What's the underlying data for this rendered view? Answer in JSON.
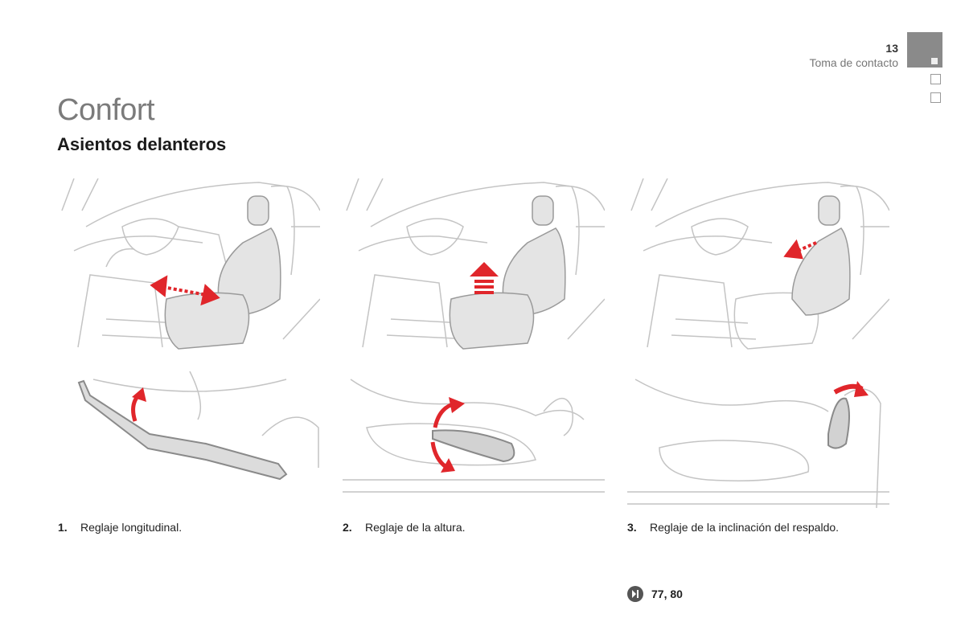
{
  "header": {
    "page_number": "13",
    "section": "Toma de contacto"
  },
  "page": {
    "title": "Confort",
    "subtitle": "Asientos delanteros"
  },
  "captions": [
    {
      "num": "1.",
      "text": "Reglaje longitudinal."
    },
    {
      "num": "2.",
      "text": "Reglaje de la altura."
    },
    {
      "num": "3.",
      "text": "Reglaje de la inclinación del respaldo."
    }
  ],
  "reference": {
    "icon": "forward-arrow-icon",
    "pages": "77, 80"
  },
  "colors": {
    "accent_red": "#e0262b",
    "line_gray": "#bbbbbb",
    "title_gray": "#7b7b7b",
    "tab_gray": "#8a8a8a"
  }
}
